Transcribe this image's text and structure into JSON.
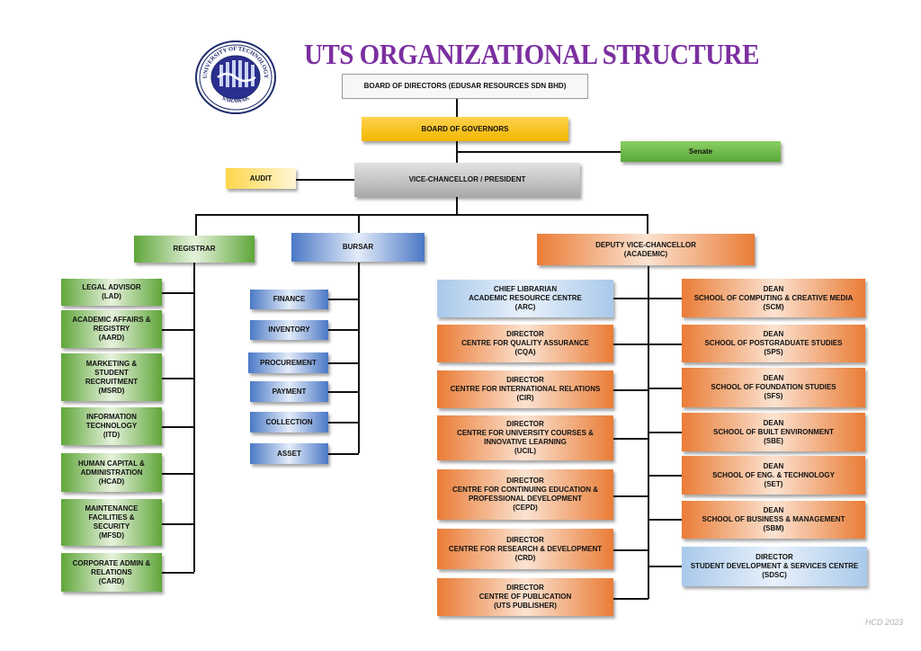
{
  "title": "UTS ORGANIZATIONAL STRUCTURE",
  "logo": {
    "ring_text_top": "UNIVERSITY OF TECHNOLOGY",
    "ring_text_bottom": "SARAWAK"
  },
  "board_of_directors": "BOARD OF DIRECTORS (EDUSAR RESOURCES SDN BHD)",
  "board_of_governors": "BOARD OF GOVERNORS",
  "senate": "Senate",
  "audit": "AUDIT",
  "vc": "VICE-CHANCELLOR / PRESIDENT",
  "registrar": {
    "label": "REGISTRAR",
    "units": [
      [
        "LEGAL ADVISOR",
        "(LAD)"
      ],
      [
        "ACADEMIC AFFAIRS &",
        "REGISTRY",
        "(AARD)"
      ],
      [
        "MARKETING &",
        "STUDENT",
        "RECRUITMENT",
        "(MSRD)"
      ],
      [
        "INFORMATION",
        "TECHNOLOGY",
        "(ITD)"
      ],
      [
        "HUMAN CAPITAL &",
        "ADMINISTRATION",
        "(HCAD)"
      ],
      [
        "MAINTENANCE",
        "FACILITIES &",
        "SECURITY",
        "(MFSD)"
      ],
      [
        "CORPORATE ADMIN &",
        "RELATIONS",
        "(CARD)"
      ]
    ]
  },
  "bursar": {
    "label": "BURSAR",
    "units": [
      "FINANCE",
      "INVENTORY",
      "PROCUREMENT",
      "PAYMENT",
      "COLLECTION",
      "ASSET"
    ]
  },
  "dvc": {
    "label": [
      "DEPUTY VICE-CHANCELLOR",
      "(ACADEMIC)"
    ],
    "left_units": [
      [
        "CHIEF LIBRARIAN",
        "ACADEMIC RESOURCE CENTRE",
        "(ARC)"
      ],
      [
        "DIRECTOR",
        "CENTRE FOR QUALITY ASSURANCE",
        "(CQA)"
      ],
      [
        "DIRECTOR",
        "CENTRE FOR INTERNATIONAL RELATIONS",
        "(CIR)"
      ],
      [
        "DIRECTOR",
        "CENTRE FOR UNIVERSITY COURSES &",
        "INNOVATIVE LEARNING",
        "(UCIL)"
      ],
      [
        "DIRECTOR",
        "CENTRE FOR CONTINUING EDUCATION &",
        "PROFESSIONAL DEVELOPMENT",
        "(CEPD)"
      ],
      [
        "DIRECTOR",
        "CENTRE FOR RESEARCH & DEVELOPMENT",
        "(CRD)"
      ],
      [
        "DIRECTOR",
        "CENTRE OF PUBLICATION",
        "(UTS PUBLISHER)"
      ]
    ],
    "right_units": [
      [
        "DEAN",
        "SCHOOL OF COMPUTING & CREATIVE MEDIA",
        "(SCM)"
      ],
      [
        "DEAN",
        "SCHOOL OF POSTGRADUATE STUDIES",
        "(SPS)"
      ],
      [
        "DEAN",
        "SCHOOL OF FOUNDATION STUDIES",
        "(SFS)"
      ],
      [
        "DEAN",
        "SCHOOL OF BUILT ENVIRONMENT",
        "(SBE)"
      ],
      [
        "DEAN",
        "SCHOOL OF ENG. & TECHNOLOGY",
        "(SET)"
      ],
      [
        "DEAN",
        "SCHOOL OF BUSINESS & MANAGEMENT",
        "(SBM)"
      ],
      [
        "DIRECTOR",
        "STUDENT DEVELOPMENT & SERVICES CENTRE",
        "(SDSC)"
      ]
    ]
  },
  "footer": "HCD 2023"
}
